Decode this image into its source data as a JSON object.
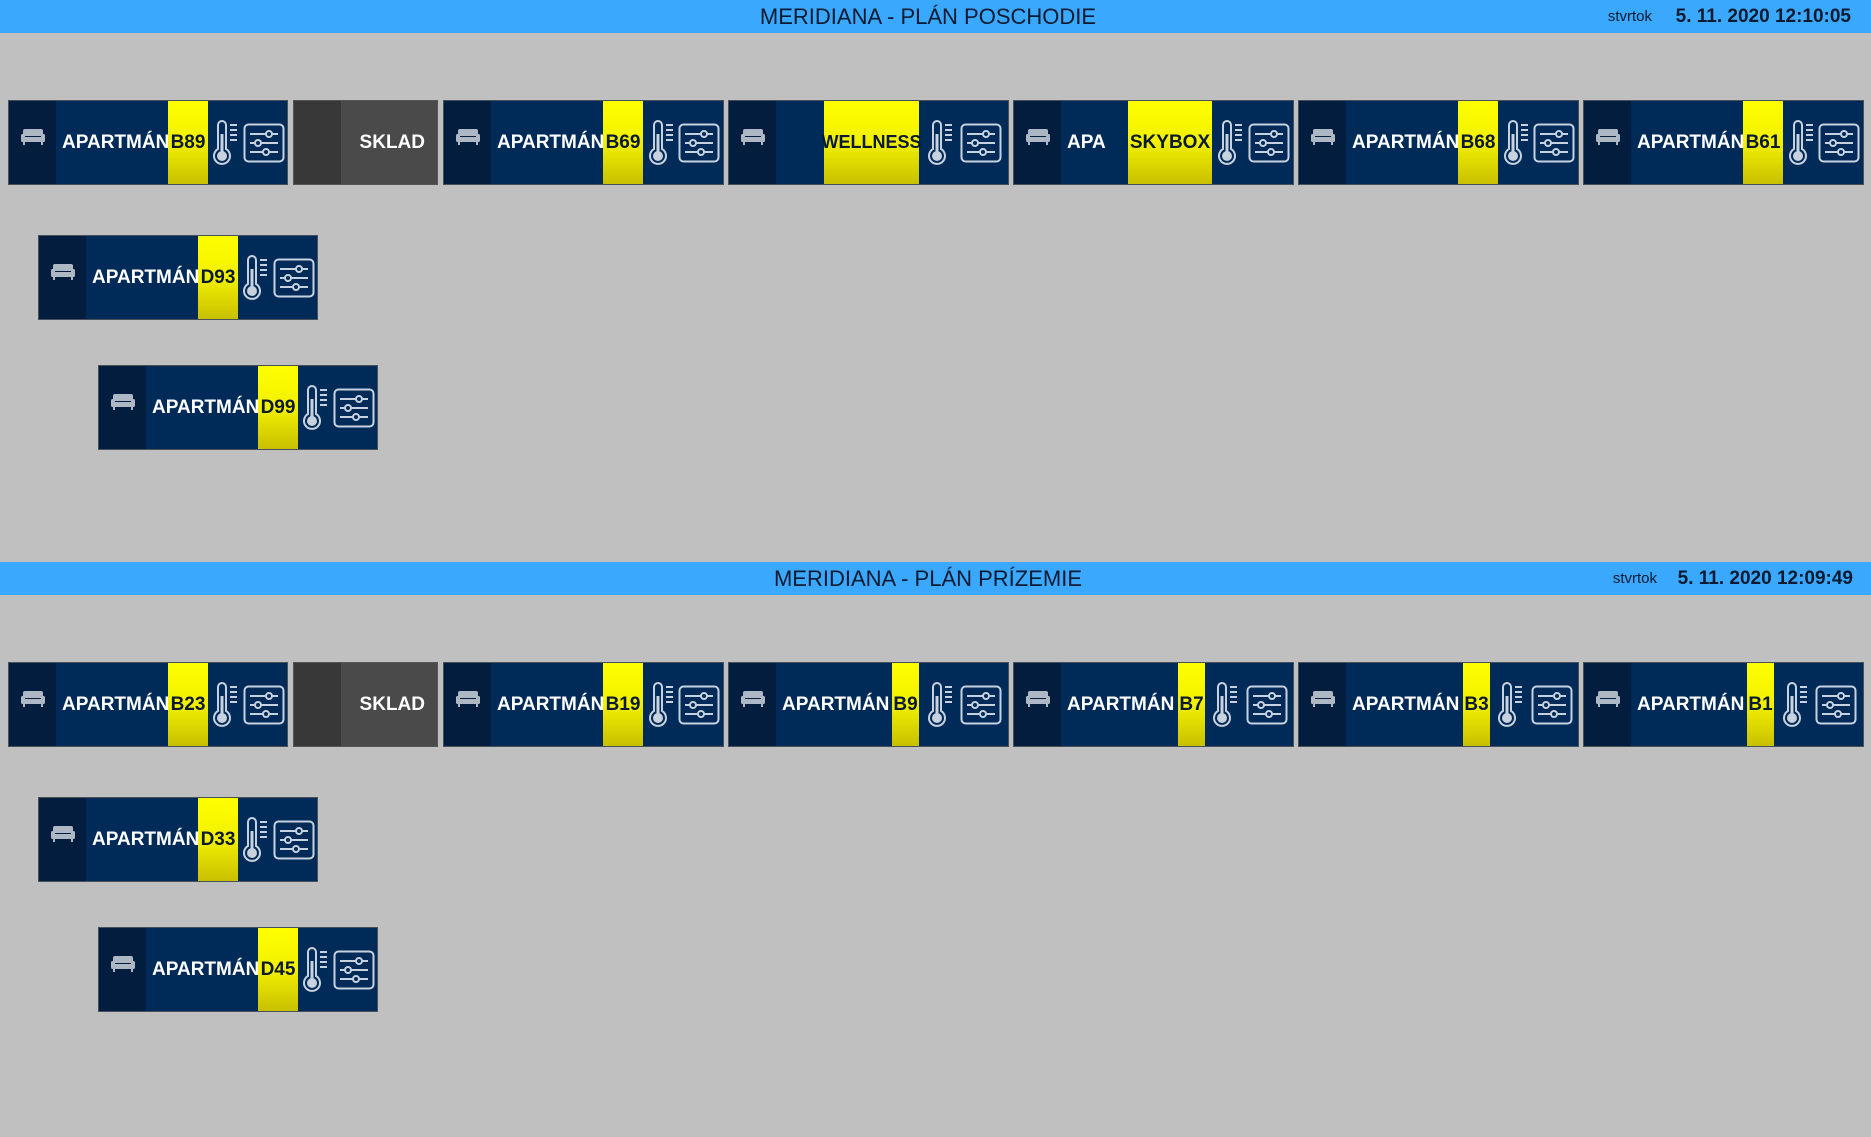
{
  "upper": {
    "title": "MERIDIANA - PLÁN POSCHODIE",
    "day": "stvrtok",
    "datetime": "5. 11. 2020 12:10:05",
    "tiles": [
      {
        "label": "APARTMÁN",
        "number": "B89"
      },
      {
        "label": "SKLAD"
      },
      {
        "label": "APARTMÁN",
        "number": "B69"
      },
      {
        "label": "",
        "number": "WELLNESS"
      },
      {
        "label": "APA",
        "number": "SKYBOX"
      },
      {
        "label": "APARTMÁN",
        "number": "B68"
      },
      {
        "label": "APARTMÁN",
        "number": "B61"
      },
      {
        "label": "APARTMÁN",
        "number": "D93"
      },
      {
        "label": "APARTMÁN",
        "number": "D99"
      }
    ]
  },
  "ground": {
    "title": "MERIDIANA - PLÁN PRÍZEMIE",
    "day": "stvrtok",
    "datetime": "5. 11. 2020 12:09:49",
    "tiles": [
      {
        "label": "APARTMÁN",
        "number": "B23"
      },
      {
        "label": "SKLAD"
      },
      {
        "label": "APARTMÁN",
        "number": "B19"
      },
      {
        "label": "APARTMÁN",
        "number": "B9"
      },
      {
        "label": "APARTMÁN",
        "number": "B7"
      },
      {
        "label": "APARTMÁN",
        "number": "B3"
      },
      {
        "label": "APARTMÁN",
        "number": "B1"
      },
      {
        "label": "APARTMÁN",
        "number": "D33"
      },
      {
        "label": "APARTMÁN",
        "number": "D45"
      }
    ]
  },
  "colors": {
    "header": "#3aa8fc",
    "background": "#c0c0c0",
    "tile": "#002a58",
    "highlight": "#ffff00",
    "storage": "#4a4a4a"
  },
  "icons": [
    "sofa-icon",
    "thermometer-icon",
    "settings-sliders-icon"
  ]
}
